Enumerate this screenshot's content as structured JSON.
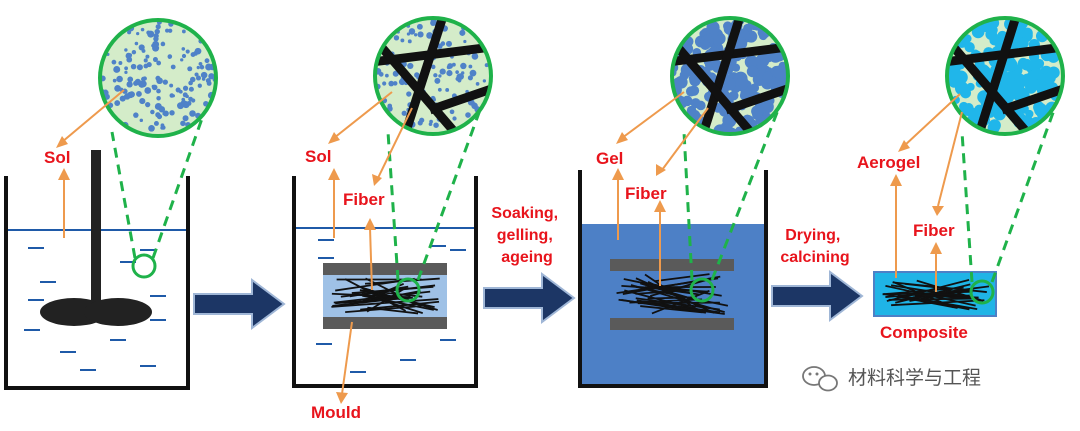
{
  "colors": {
    "red_label": "#e8141c",
    "orange_arrow": "#ee9a4d",
    "green_dash": "#1fb24a",
    "zoom_fill": "#d4ecc9",
    "sol_particle": "#4f82c8",
    "aerogel_particle": "#20b6ea",
    "fiber": "#111111",
    "gel_liquid": "#4d80c6",
    "mould_gray": "#5a5a5a",
    "mould_inner": "#9fc1e6",
    "composite_fill": "#1fb4e6",
    "process_arrow": "#1c3665",
    "beaker": "#111111",
    "liquid_line": "#1f5aa8",
    "dash_line": "#1f5aa8"
  },
  "labels": {
    "sol_1": "Sol",
    "sol_2": "Sol",
    "fiber_2": "Fiber",
    "mould": "Mould",
    "gel": "Gel",
    "fiber_3": "Fiber",
    "aerogel": "Aerogel",
    "fiber_4": "Fiber",
    "composite": "Composite"
  },
  "steps": {
    "step_2_lines": [
      "Soaking,",
      "gelling,",
      "ageing"
    ],
    "step_3_lines": [
      "Drying,",
      "calcining"
    ]
  },
  "watermark": {
    "icon": "wechat-icon",
    "text": "材料科学与工程"
  }
}
